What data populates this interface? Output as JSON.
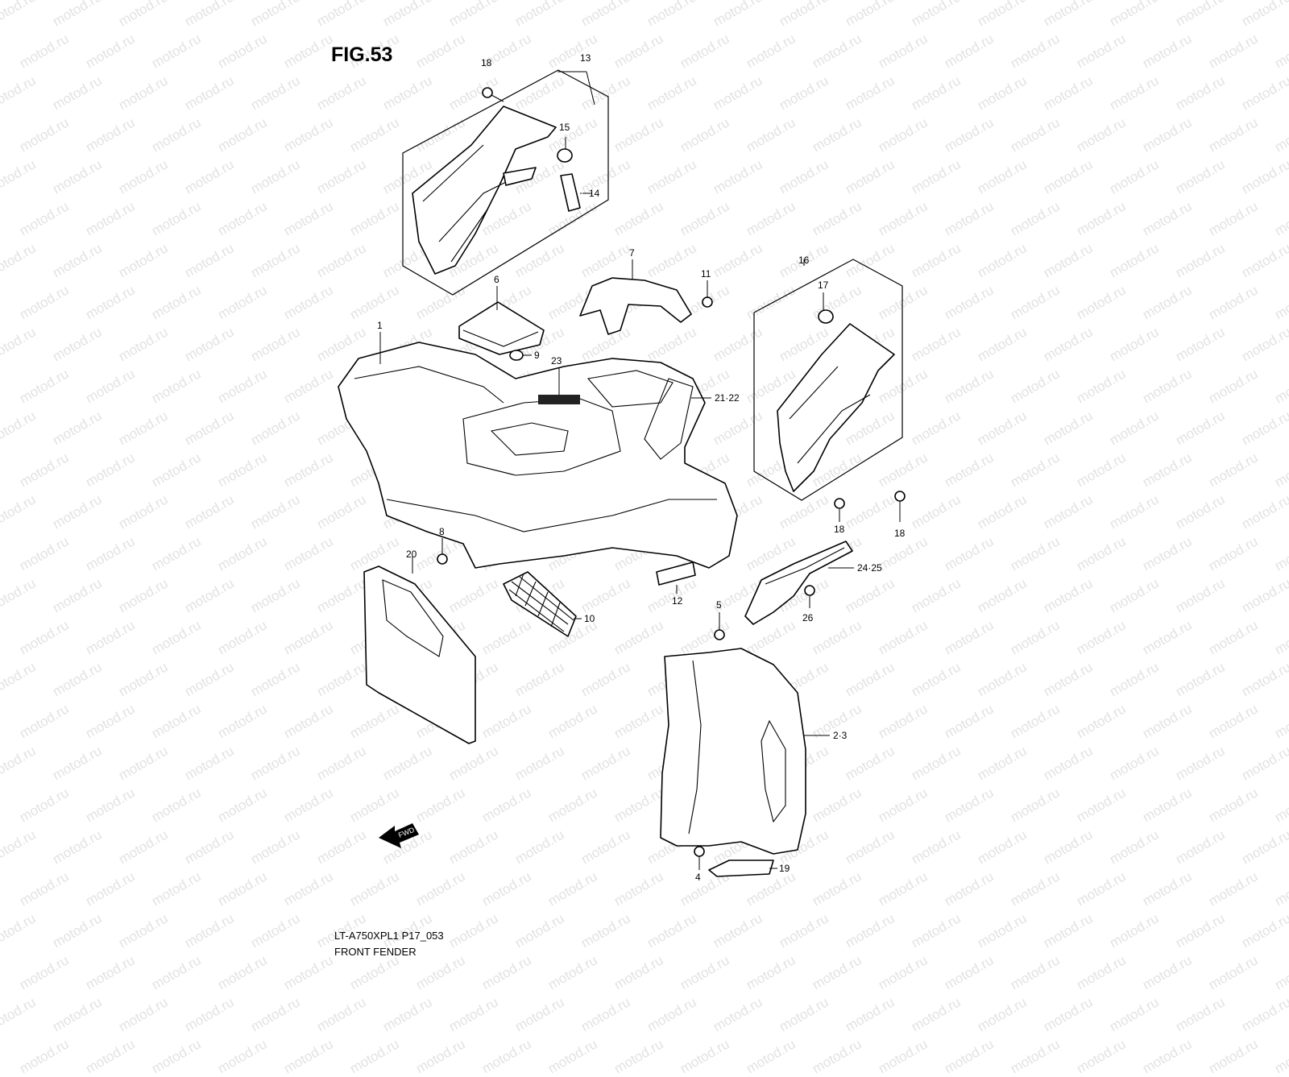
{
  "figure": {
    "title": "FIG.53",
    "model_code": "LT-A750XPL1 P17_053",
    "name": "FRONT FENDER",
    "watermark": "motod.ru",
    "fwd_label": "FWD"
  },
  "callouts": [
    {
      "id": "c1",
      "label": "1"
    },
    {
      "id": "c23",
      "label": "2·3"
    },
    {
      "id": "c4",
      "label": "4"
    },
    {
      "id": "c5",
      "label": "5"
    },
    {
      "id": "c6",
      "label": "6"
    },
    {
      "id": "c7",
      "label": "7"
    },
    {
      "id": "c8",
      "label": "8"
    },
    {
      "id": "c9",
      "label": "9"
    },
    {
      "id": "c10",
      "label": "10"
    },
    {
      "id": "c11",
      "label": "11"
    },
    {
      "id": "c12",
      "label": "12"
    },
    {
      "id": "c13",
      "label": "13"
    },
    {
      "id": "c14",
      "label": "14"
    },
    {
      "id": "c15",
      "label": "15"
    },
    {
      "id": "c16",
      "label": "16"
    },
    {
      "id": "c17",
      "label": "17"
    },
    {
      "id": "c18a",
      "label": "18"
    },
    {
      "id": "c18b",
      "label": "18"
    },
    {
      "id": "c18c",
      "label": "18"
    },
    {
      "id": "c19",
      "label": "19"
    },
    {
      "id": "c20",
      "label": "20"
    },
    {
      "id": "c2122",
      "label": "21·22"
    },
    {
      "id": "c23b",
      "label": "23"
    },
    {
      "id": "c2425",
      "label": "24·25"
    },
    {
      "id": "c26",
      "label": "26"
    }
  ]
}
